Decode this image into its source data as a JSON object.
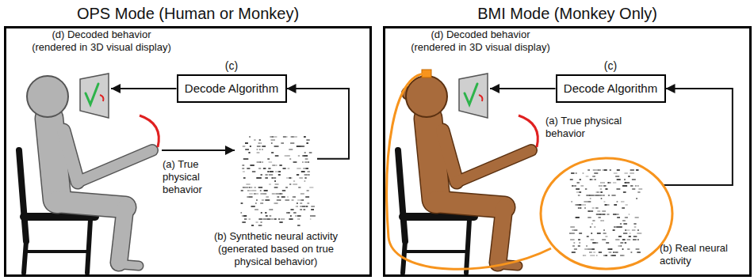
{
  "diagram": {
    "nodes": [
      {
        "text": [
          "OPS Mode (Human or Monkey)"
        ]
      },
      {
        "text": [
          "(d) Decoded behavior (rendered in 3D visual display)"
        ],
        "in": 0
      },
      {
        "text": [
          "(c)",
          "Decode Algorithm"
        ],
        "in": 0
      },
      {
        "text": [
          "(b) Synthetic neural activity (generated based on true physical behavior)"
        ],
        "in": 0
      },
      {
        "text": [
          "BMI Mode (Monkey Only)"
        ]
      },
      {
        "text": [
          "(d) Decoded behavior (rendered in 3D visual display)"
        ],
        "in": 4
      },
      {
        "text": [
          "(c)",
          "Decode Algorithm"
        ],
        "in": 4
      },
      {
        "text": [
          "(b) Real neural activity"
        ],
        "in": 4
      }
    ],
    "edges": [
      {
        "from": 3,
        "to": 2,
        "arrow": "to"
      },
      {
        "from": 2,
        "to": 1,
        "arrow": "to"
      },
      {
        "from": 7,
        "to": 6,
        "arrow": "to"
      },
      {
        "from": 6,
        "to": 5,
        "arrow": "to"
      }
    ],
    "labels": [
      "(a) True physical behavior",
      "(a) True physical behavior"
    ]
  }
}
